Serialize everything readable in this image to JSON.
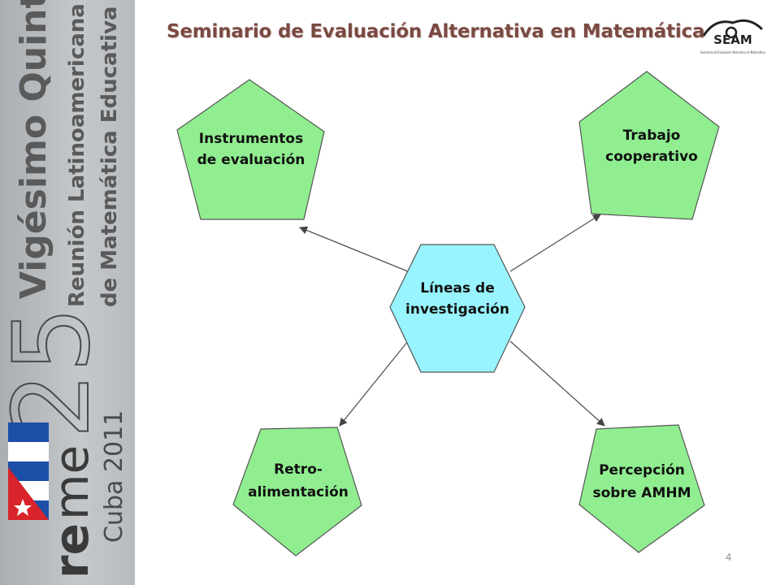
{
  "header": {
    "title": "Seminario de Evaluación Alternativa en Matemática",
    "logo_text": "SEAM",
    "logo_caption": "Seminario de Evaluación Alternativa en Matemática"
  },
  "sidebar": {
    "line1": "Vigésimo Quinta",
    "line2": "Reunión Latinoamericana",
    "line3": "de Matemática Educativa",
    "number": "25",
    "brand_re": "re",
    "brand_me": "me",
    "location": "Cuba 2011"
  },
  "diagram": {
    "center": {
      "line1": "Líneas de",
      "line2": "investigación"
    },
    "nodes": [
      {
        "id": "instrumentos",
        "line1": "Instrumentos",
        "line2": "de evaluación"
      },
      {
        "id": "trabajo",
        "line1": "Trabajo",
        "line2": "cooperativo"
      },
      {
        "id": "retro",
        "line1": "Retro-",
        "line2": "alimentación"
      },
      {
        "id": "percepcion",
        "line1": "Percepción",
        "line2": "sobre AMHM"
      }
    ],
    "colors": {
      "node_fill": "#90ee90",
      "center_fill": "#98f5ff",
      "stroke": "#555555"
    }
  },
  "footer": {
    "page_number": "4"
  }
}
